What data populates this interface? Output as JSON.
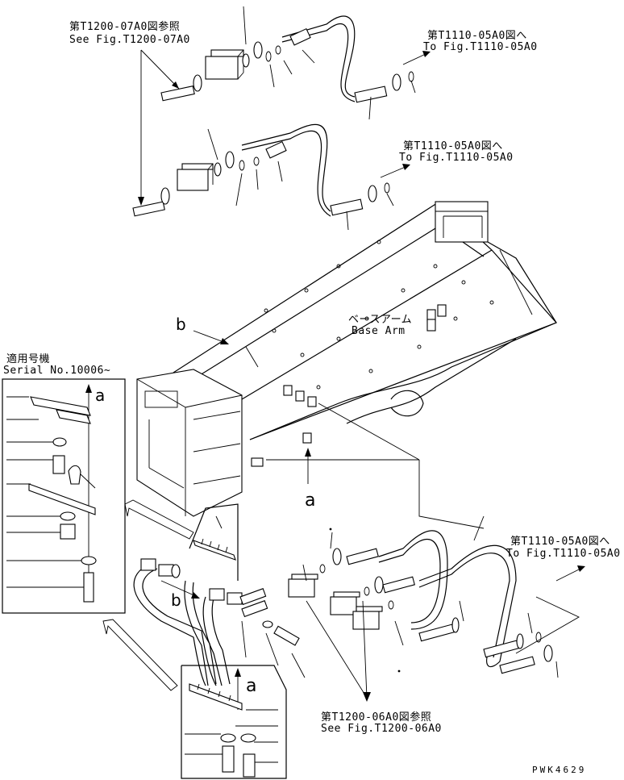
{
  "refs": {
    "t1200_07a0_ja": "第T1200-07A0図参照",
    "t1200_07a0_en": "See Fig.T1200-07A0",
    "t1110_05a0_ja_1": "第T1110-05A0図へ",
    "t1110_05a0_en_1": "To Fig.T1110-05A0",
    "t1110_05a0_ja_2": "第T1110-05A0図へ",
    "t1110_05a0_en_2": "To Fig.T1110-05A0",
    "t1110_05a0_ja_3": "第T1110-05A0図へ",
    "t1110_05a0_en_3": "To Fig.T1110-05A0",
    "t1200_06a0_ja": "第T1200-06A0図参照",
    "t1200_06a0_en": "See Fig.T1200-06A0"
  },
  "base_arm": {
    "ja": "ベースアーム",
    "en": "Base Arm"
  },
  "serial": {
    "ja": "適用号機",
    "en": "Serial No.10006~"
  },
  "callouts": {
    "a1": "a",
    "a2": "a",
    "a3": "a",
    "b1": "b",
    "b2": "b"
  },
  "drawing_no": "PWK4629"
}
